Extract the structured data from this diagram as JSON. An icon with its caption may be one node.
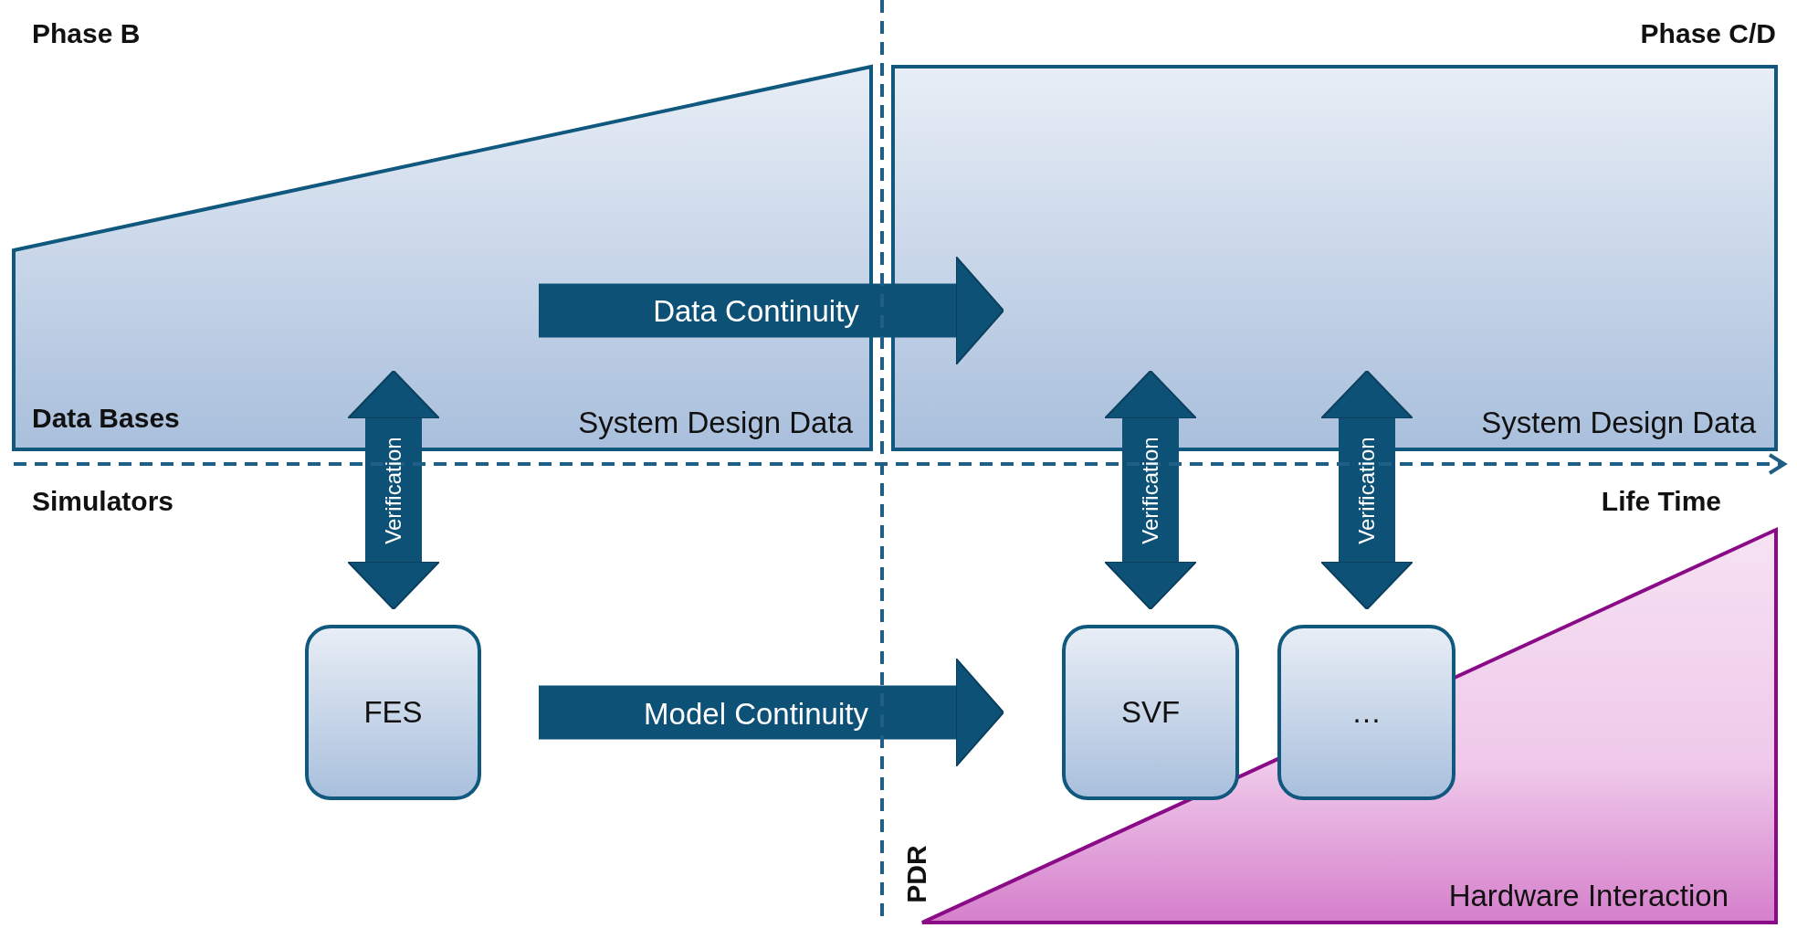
{
  "diagram": {
    "nodes": [
      {
        "text": [
          "System Design Data"
        ]
      },
      {
        "text": [
          "System Design Data"
        ]
      },
      {
        "text": [
          "FES"
        ]
      },
      {
        "text": [
          "SVF"
        ]
      },
      {
        "text": [
          "…"
        ]
      },
      {
        "text": [
          "Hardware Interaction"
        ]
      }
    ],
    "edges": [
      {
        "from": 0,
        "to": 1,
        "arrow": "to",
        "label": "Data Continuity"
      },
      {
        "from": 0,
        "to": 2,
        "arrow": "both",
        "label": "Verification"
      },
      {
        "from": 1,
        "to": 3,
        "arrow": "both",
        "label": "Verification"
      },
      {
        "from": 1,
        "to": 4,
        "arrow": "both",
        "label": "Verification"
      },
      {
        "from": 2,
        "to": 3,
        "arrow": "to",
        "label": "Model Continuity"
      }
    ],
    "labels": [
      "Phase B",
      "Phase C/D",
      "Data Bases",
      "Simulators",
      "Life Time",
      "PDR"
    ]
  }
}
